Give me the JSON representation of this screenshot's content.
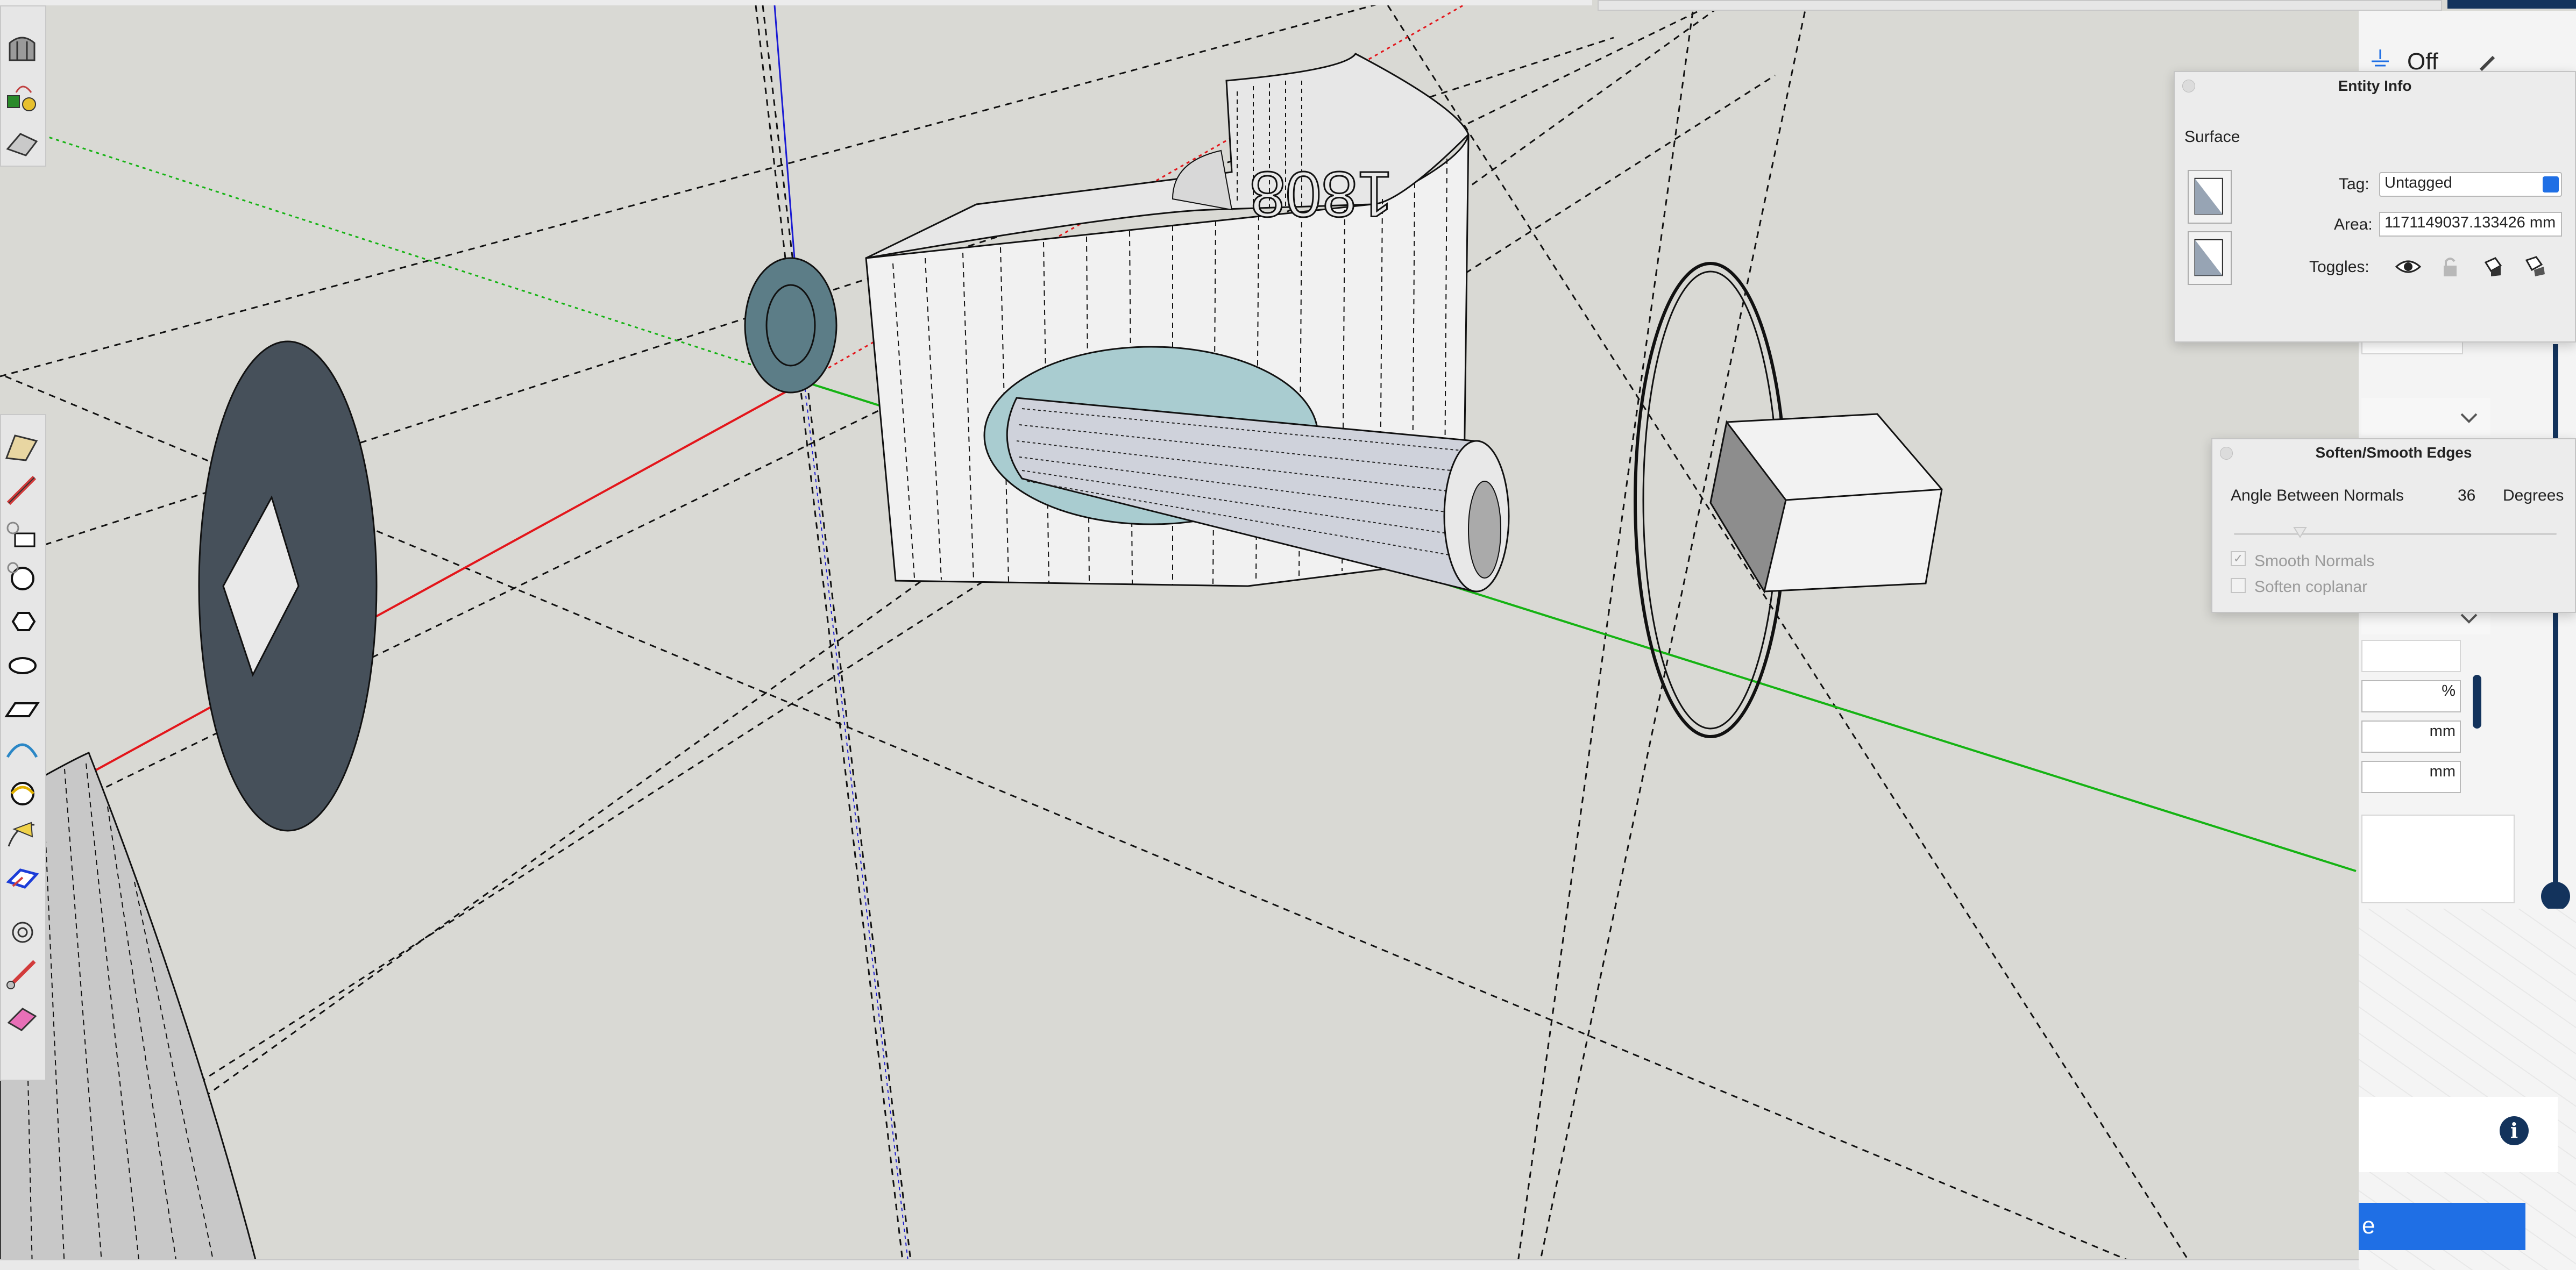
{
  "section_plane_toggle": {
    "label": "Off"
  },
  "entity_info": {
    "title": "Entity Info",
    "selection_type": "Surface",
    "tag_label": "Tag:",
    "tag_value": "Untagged",
    "area_label": "Area:",
    "area_value": "1171149037.133426 mm",
    "toggles_label": "Toggles:"
  },
  "soften_smooth": {
    "title": "Soften/Smooth Edges",
    "angle_label": "Angle Between Normals",
    "angle_value": "36",
    "angle_unit": "Degrees",
    "smooth_normals_label": "Smooth Normals",
    "soften_coplanar_label": "Soften coplanar"
  },
  "background_panel": {
    "percent_unit": "%",
    "mm_unit_1": "mm",
    "mm_unit_2": "mm",
    "partial_button_label": "e"
  },
  "model_text": {
    "engraving": "1808"
  },
  "axis_colors": {
    "red": "#e3161b",
    "green": "#15b313",
    "blue": "#1a1ad4"
  },
  "accent_color": "#1f6fe5",
  "icons": [
    "pencil-edit-icon",
    "eye-icon",
    "lock-icon",
    "cast-shadow-icon",
    "receive-shadow-icon",
    "chevron-down-icon",
    "info-icon",
    "section-plane-icon"
  ]
}
